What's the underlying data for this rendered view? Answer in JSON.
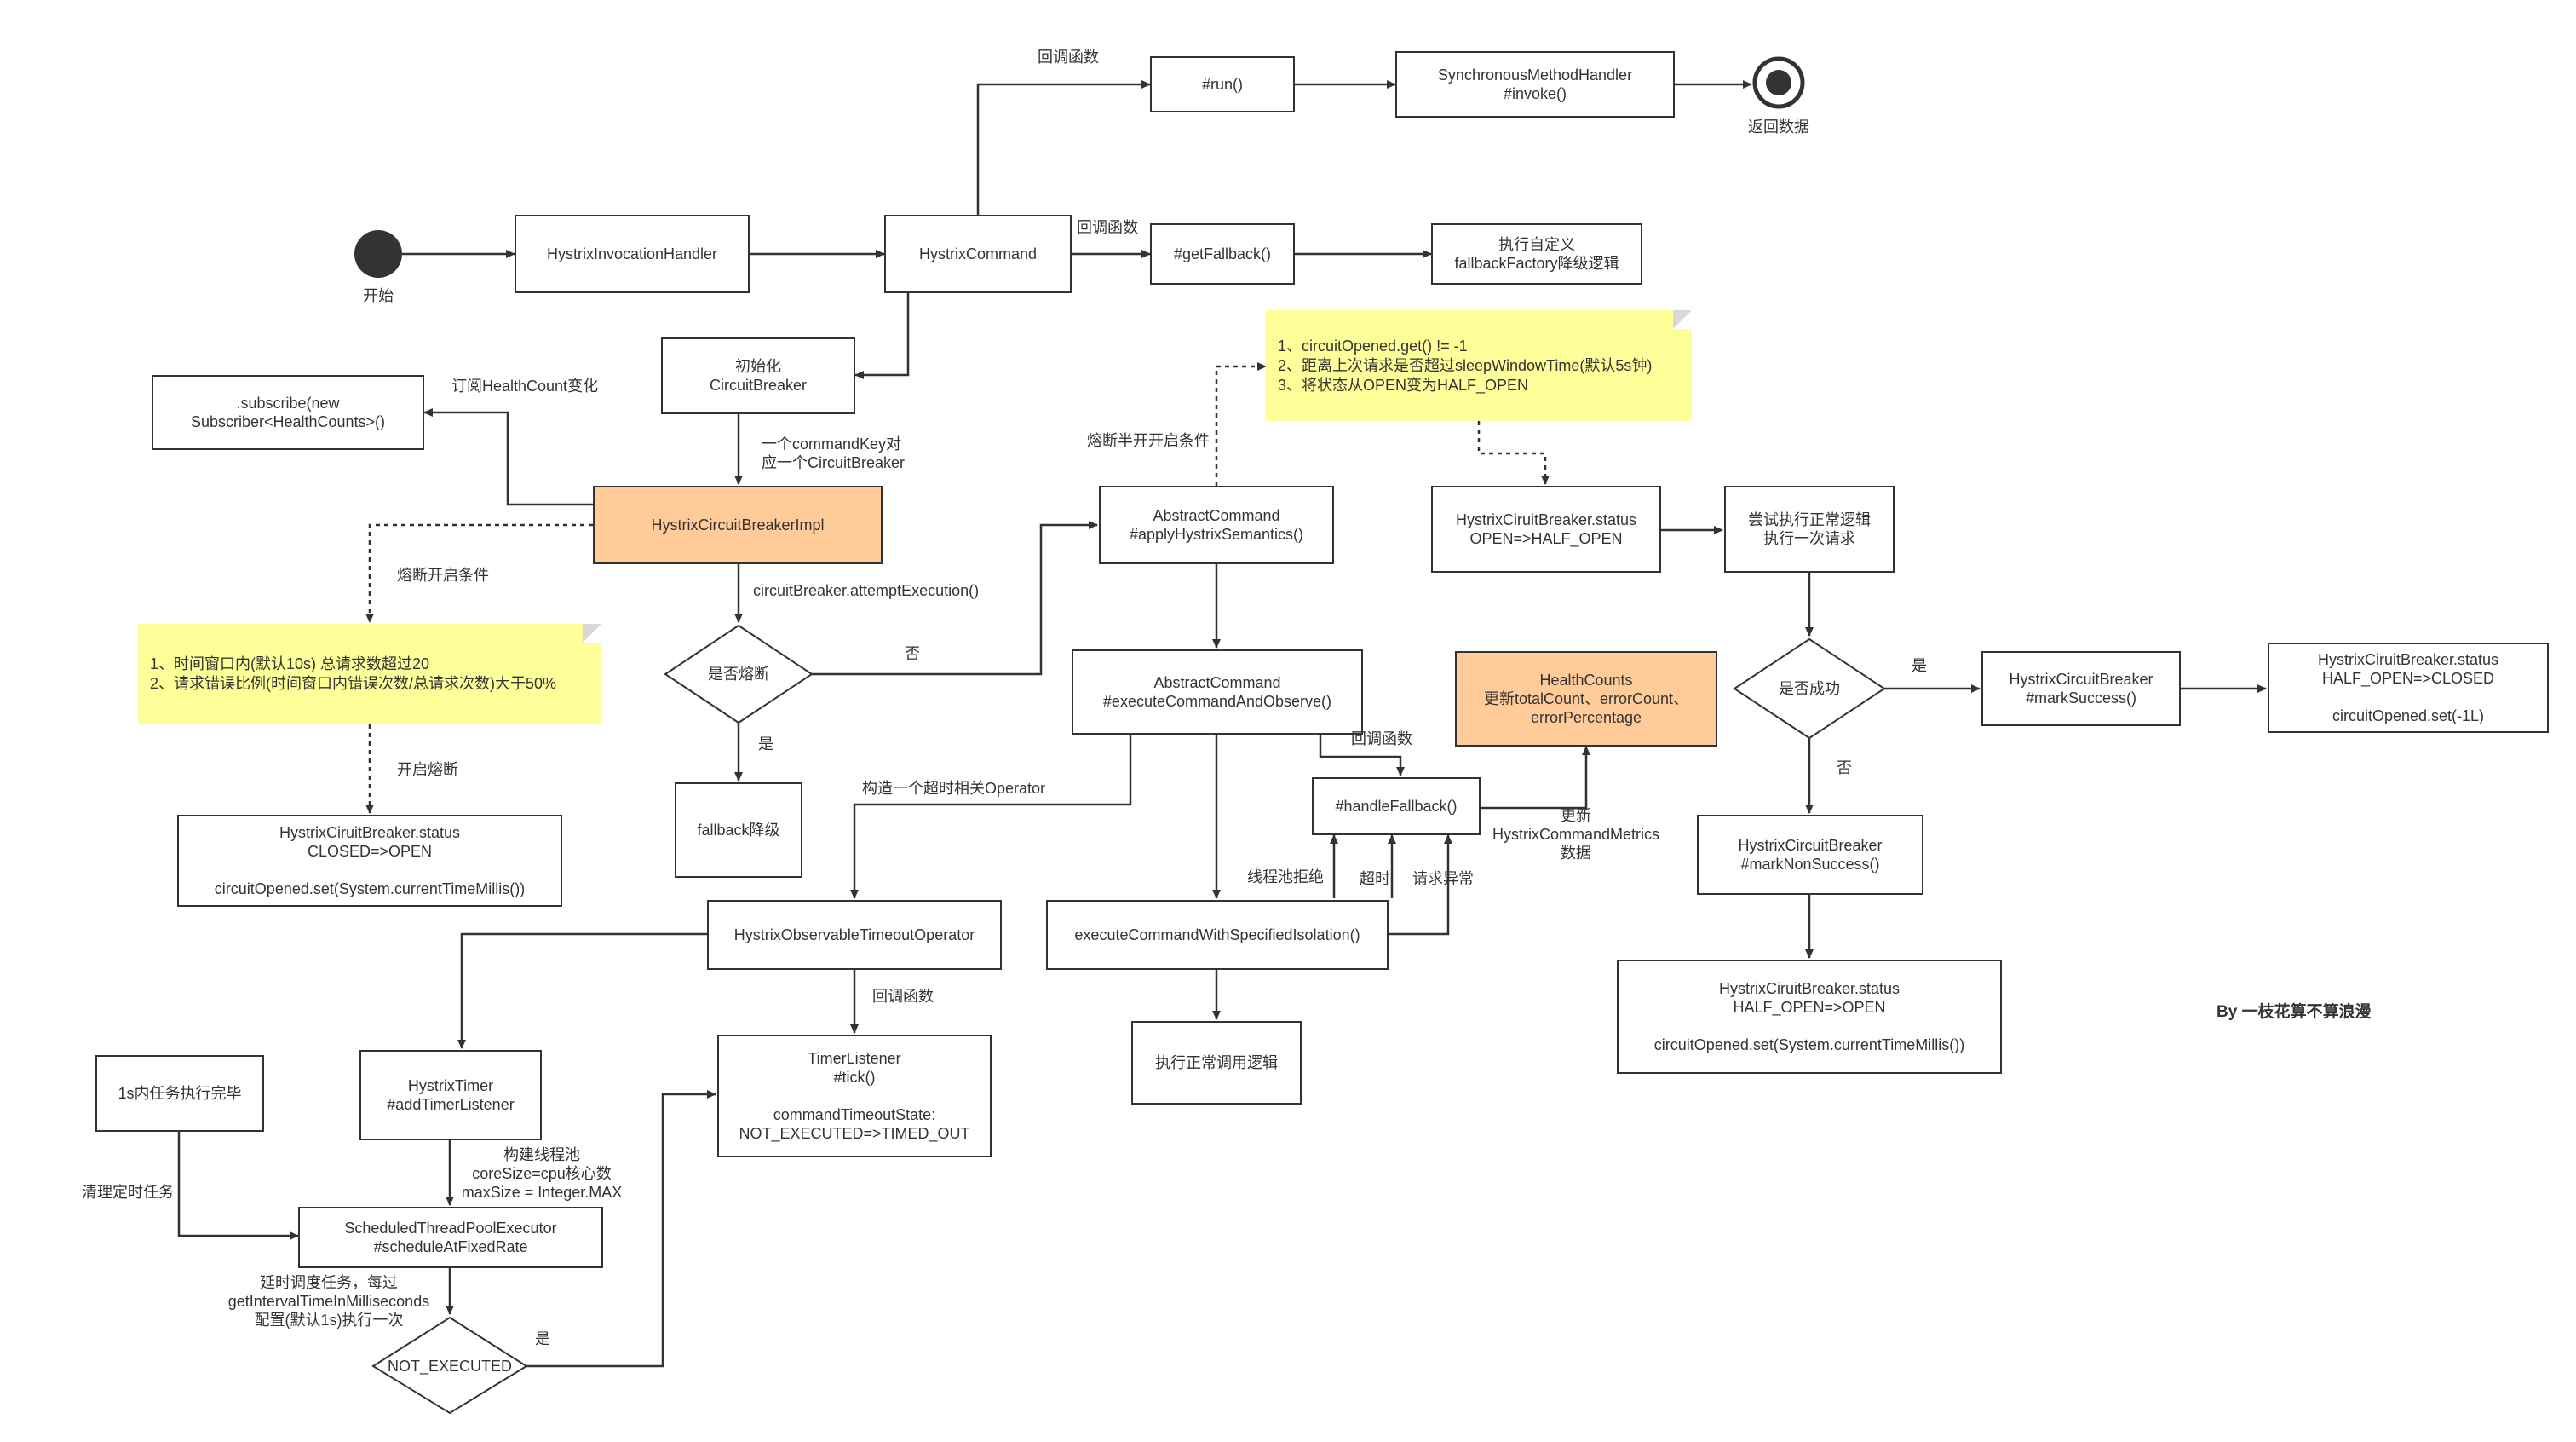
{
  "nodes": {
    "start": "开始",
    "end_label": "返回数据",
    "invocation_handler": "HystrixInvocationHandler",
    "hystrix_command": "HystrixCommand",
    "run": "#run()",
    "sync_handler": "SynchronousMethodHandler\n#invoke()",
    "get_fallback": "#getFallback()",
    "custom_fallback": "执行自定义\nfallbackFactory降级逻辑",
    "init_cb": "初始化\nCircuitBreaker",
    "subscribe": ".subscribe(new\nSubscriber<HealthCounts>()",
    "cb_impl": "HystrixCircuitBreakerImpl",
    "is_open": "是否熔断",
    "fallback_degrade": "fallback降级",
    "status_closed_open": "HystrixCiruitBreaker.status\nCLOSED=>OPEN\n\ncircuitOpened.set(System.currentTimeMillis())",
    "apply_semantics": "AbstractCommand\n#applyHystrixSemantics()",
    "execute_observe": "AbstractCommand\n#executeCommandAndObserve()",
    "timeout_operator": "HystrixObservableTimeoutOperator",
    "timer_add": "HystrixTimer\n#addTimerListener",
    "timer_listener": "TimerListener\n#tick()\n\ncommandTimeoutState:\nNOT_EXECUTED=>TIMED_OUT",
    "task_done": "1s内任务执行完毕",
    "scheduled_executor": "ScheduledThreadPoolExecutor\n#scheduleAtFixedRate",
    "not_executed": "NOT_EXECUTED",
    "exec_isolation": "executeCommandWithSpecifiedIsolation()",
    "normal_logic": "执行正常调用逻辑",
    "handle_fallback": "#handleFallback()",
    "health_counts": "HealthCounts\n更新totalCount、errorCount、\nerrorPercentage",
    "status_open_half": "HystrixCiruitBreaker.status\nOPEN=>HALF_OPEN",
    "try_once": "尝试执行正常逻辑\n执行一次请求",
    "is_success": "是否成功",
    "mark_success": "HystrixCircuitBreaker\n#markSuccess()",
    "status_half_closed": "HystrixCiruitBreaker.status\nHALF_OPEN=>CLOSED\n\ncircuitOpened.set(-1L)",
    "mark_non_success": "HystrixCircuitBreaker\n#markNonSuccess()",
    "status_half_open": "HystrixCiruitBreaker.status\nHALF_OPEN=>OPEN\n\ncircuitOpened.set(System.currentTimeMillis())"
  },
  "notes": {
    "open_conditions": "1、时间窗口内(默认10s) 总请求数超过20\n2、请求错误比例(时间窗口内错误次数/总请求次数)大于50%",
    "half_open_conditions": "1、circuitOpened.get() != -1\n2、距离上次请求是否超过sleepWindowTime(默认5s钟)\n3、将状态从OPEN变为HALF_OPEN"
  },
  "labels": {
    "callback_run": "回调函数",
    "callback_fallback": "回调函数",
    "subscribe_health": "订阅HealthCount变化",
    "one_key_one_cb": "一个commandKey对\n应一个CircuitBreaker",
    "attempt_execution": "circuitBreaker.attemptExecution()",
    "open_condition_label": "熔断开启条件",
    "open_breaker": "开启熔断",
    "no_open": "否",
    "yes_open": "是",
    "half_open_label": "熔断半开开启条件",
    "build_timeout_operator": "构造一个超时相关Operator",
    "callback_tick": "回调函数",
    "build_pool": "构建线程池\ncoreSize=cpu核心数\nmaxSize = Integer.MAX",
    "clear_task": "清理定时任务",
    "delay_schedule": "延时调度任务，每过\ngetIntervalTimeInMilliseconds\n配置(默认1s)执行一次",
    "not_exec_yes": "是",
    "callback_handle": "回调函数",
    "pool_reject": "线程池拒绝",
    "timeout": "超时",
    "request_error": "请求异常",
    "update_metrics": "更新\nHystrixCommandMetrics\n数据",
    "success_yes": "是",
    "success_no": "否",
    "credit": "By 一枝花算不算浪漫"
  },
  "colors": {
    "stroke": "#333333",
    "orange_fill": "#FFCC99",
    "note_fill": "#FFFF99"
  }
}
